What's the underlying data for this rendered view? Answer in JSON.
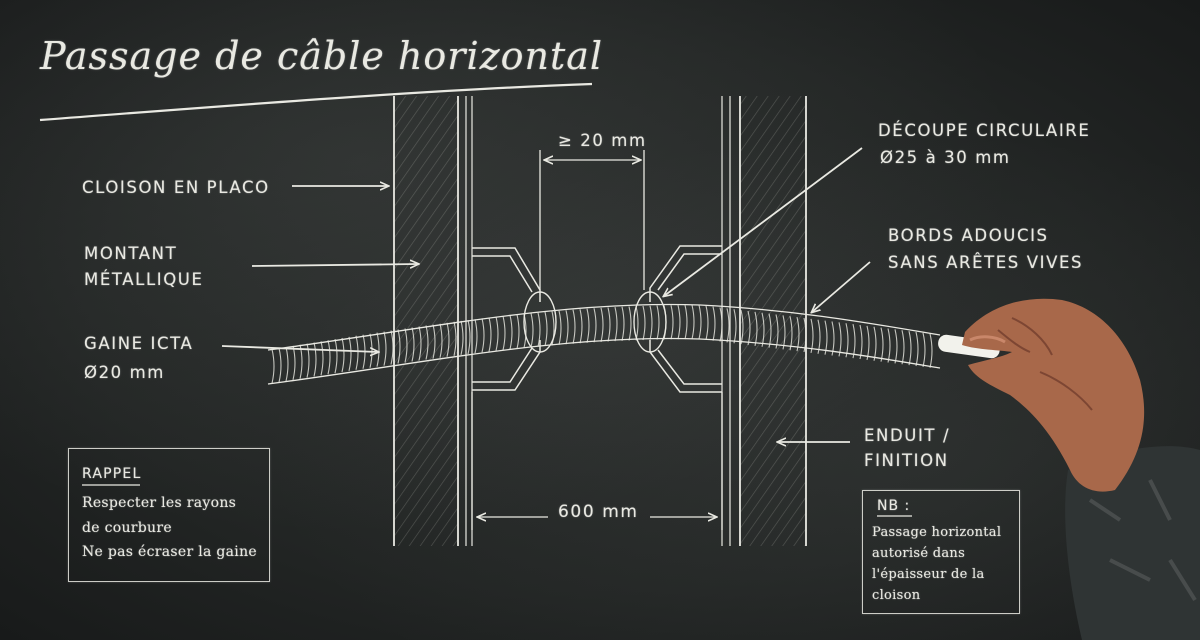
{
  "title": "Passage de câble horizontal",
  "labels": {
    "cloison": "CLOISON EN PLACO",
    "montant_1": "MONTANT",
    "montant_2": "MÉTALLIQUE",
    "gaine_1": "GAINE ICTA",
    "gaine_2": "Ø20 mm",
    "decoupe_1": "DÉCOUPE CIRCULAIRE",
    "decoupe_2": "Ø25 à 30 mm",
    "bords_1": "BORDS ADOUCIS",
    "bords_2": "SANS ARÊTES VIVES",
    "enduit_1": "ENDUIT /",
    "enduit_2": "FINITION"
  },
  "dimensions": {
    "top": "≥ 20 mm",
    "bottom": "600 mm"
  },
  "rappel": {
    "heading": "RAPPEL",
    "line1": "Respecter les rayons",
    "line2": "de courbure",
    "line3": "Ne pas écraser la gaine"
  },
  "nb": {
    "heading": "NB :",
    "line1": "Passage horizontal",
    "line2": "autorisé dans",
    "line3": "l'épaisseur de la",
    "line4": "cloison"
  },
  "colors": {
    "board": "#222524",
    "chalk": "#e9e9e2",
    "skin": "#a8684a",
    "sleeve": "#2f3434"
  }
}
